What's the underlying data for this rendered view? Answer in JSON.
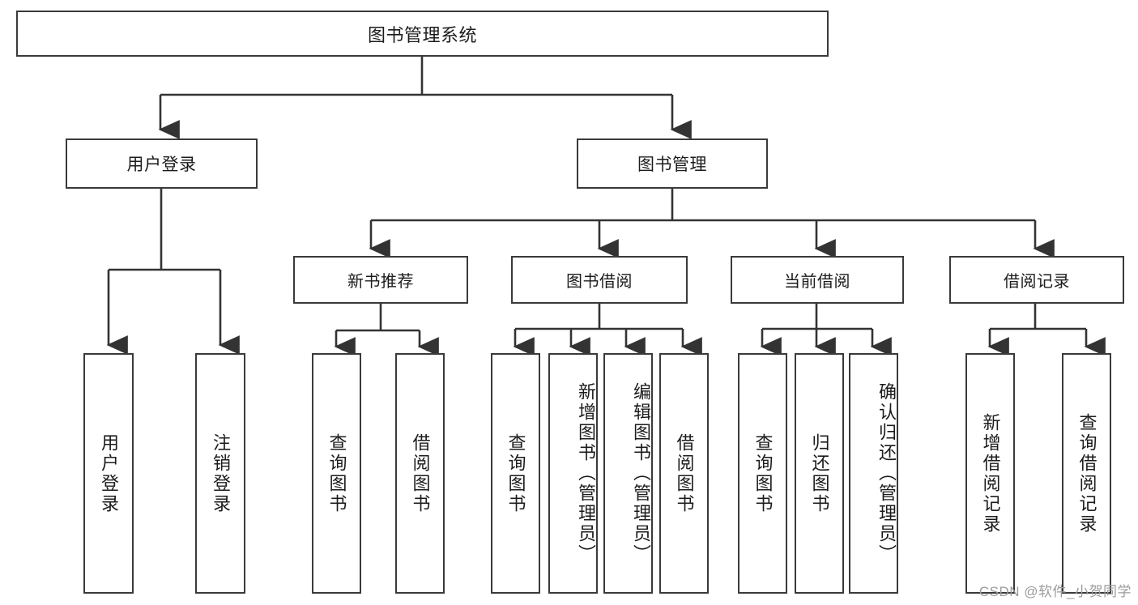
{
  "diagram": {
    "type": "hierarchy-tree",
    "title": "图书管理系统",
    "colors": {
      "box_border": "#3a3a3a",
      "box_fill": "#ffffff",
      "connector": "#333333",
      "text": "#1c1c1c",
      "watermark": "#9b9b9b"
    },
    "root": {
      "label": "图书管理系统"
    },
    "level1": [
      {
        "label": "用户登录"
      },
      {
        "label": "图书管理"
      }
    ],
    "level2": [
      {
        "label": "新书推荐"
      },
      {
        "label": "图书借阅"
      },
      {
        "label": "当前借阅"
      },
      {
        "label": "借阅记录"
      }
    ],
    "leaves": {
      "user_login": [
        {
          "label": "用户登录"
        },
        {
          "label": "注销登录"
        }
      ],
      "new_book_recommend": [
        {
          "label": "查询图书"
        },
        {
          "label": "借阅图书"
        }
      ],
      "book_borrow": [
        {
          "label": "查询图书"
        },
        {
          "label": "新增图书（管理员）"
        },
        {
          "label": "编辑图书（管理员）"
        },
        {
          "label": "借阅图书"
        }
      ],
      "current_borrow": [
        {
          "label": "查询图书"
        },
        {
          "label": "归还图书"
        },
        {
          "label": "确认归还（管理员）"
        }
      ],
      "borrow_record": [
        {
          "label": "新增借阅记录"
        },
        {
          "label": "查询借阅记录"
        }
      ]
    }
  },
  "watermark": {
    "text": "CSDN @软件_小贺同学"
  }
}
